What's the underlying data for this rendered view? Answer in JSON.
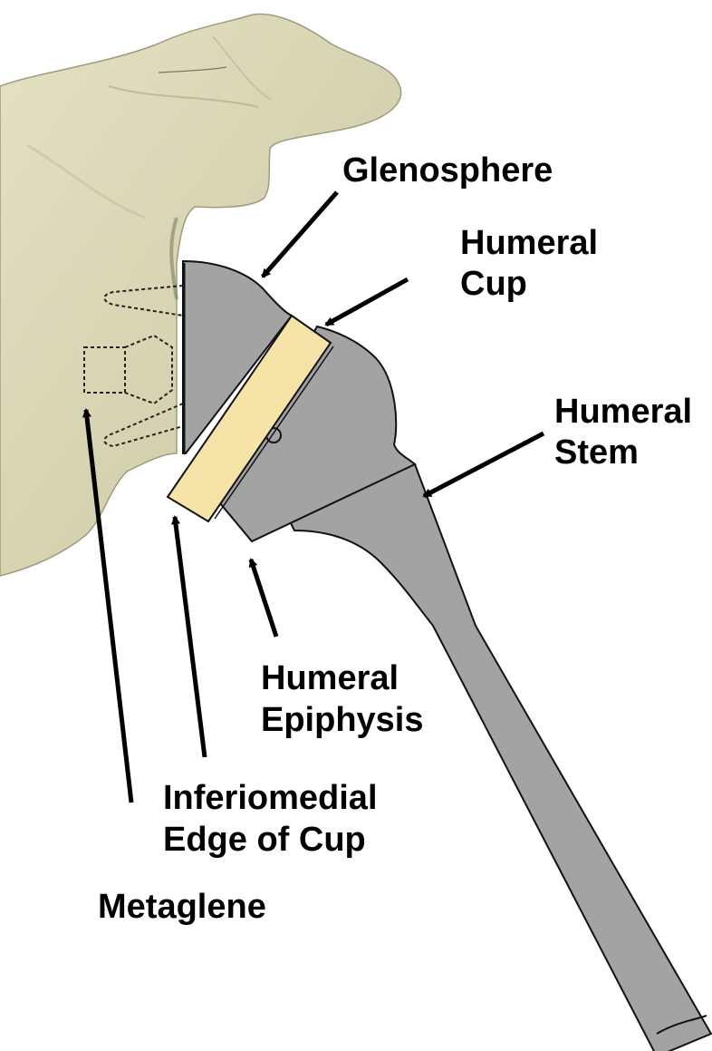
{
  "labels": {
    "glenosphere": "Glenosphere",
    "humeral_cup_1": "Humeral",
    "humeral_cup_2": "Cup",
    "humeral_stem_1": "Humeral",
    "humeral_stem_2": "Stem",
    "humeral_epiphysis_1": "Humeral",
    "humeral_epiphysis_2": "Epiphysis",
    "inferiomedial_1": "Inferiomedial",
    "inferiomedial_2": "Edge of Cup",
    "metaglene": "Metaglene"
  },
  "colors": {
    "bone": "#d8d6b5",
    "bone_shadow": "#bdbb97",
    "implant": "#a3a3a3",
    "cup_liner": "#f6e3a8",
    "arrow": "#000000"
  }
}
